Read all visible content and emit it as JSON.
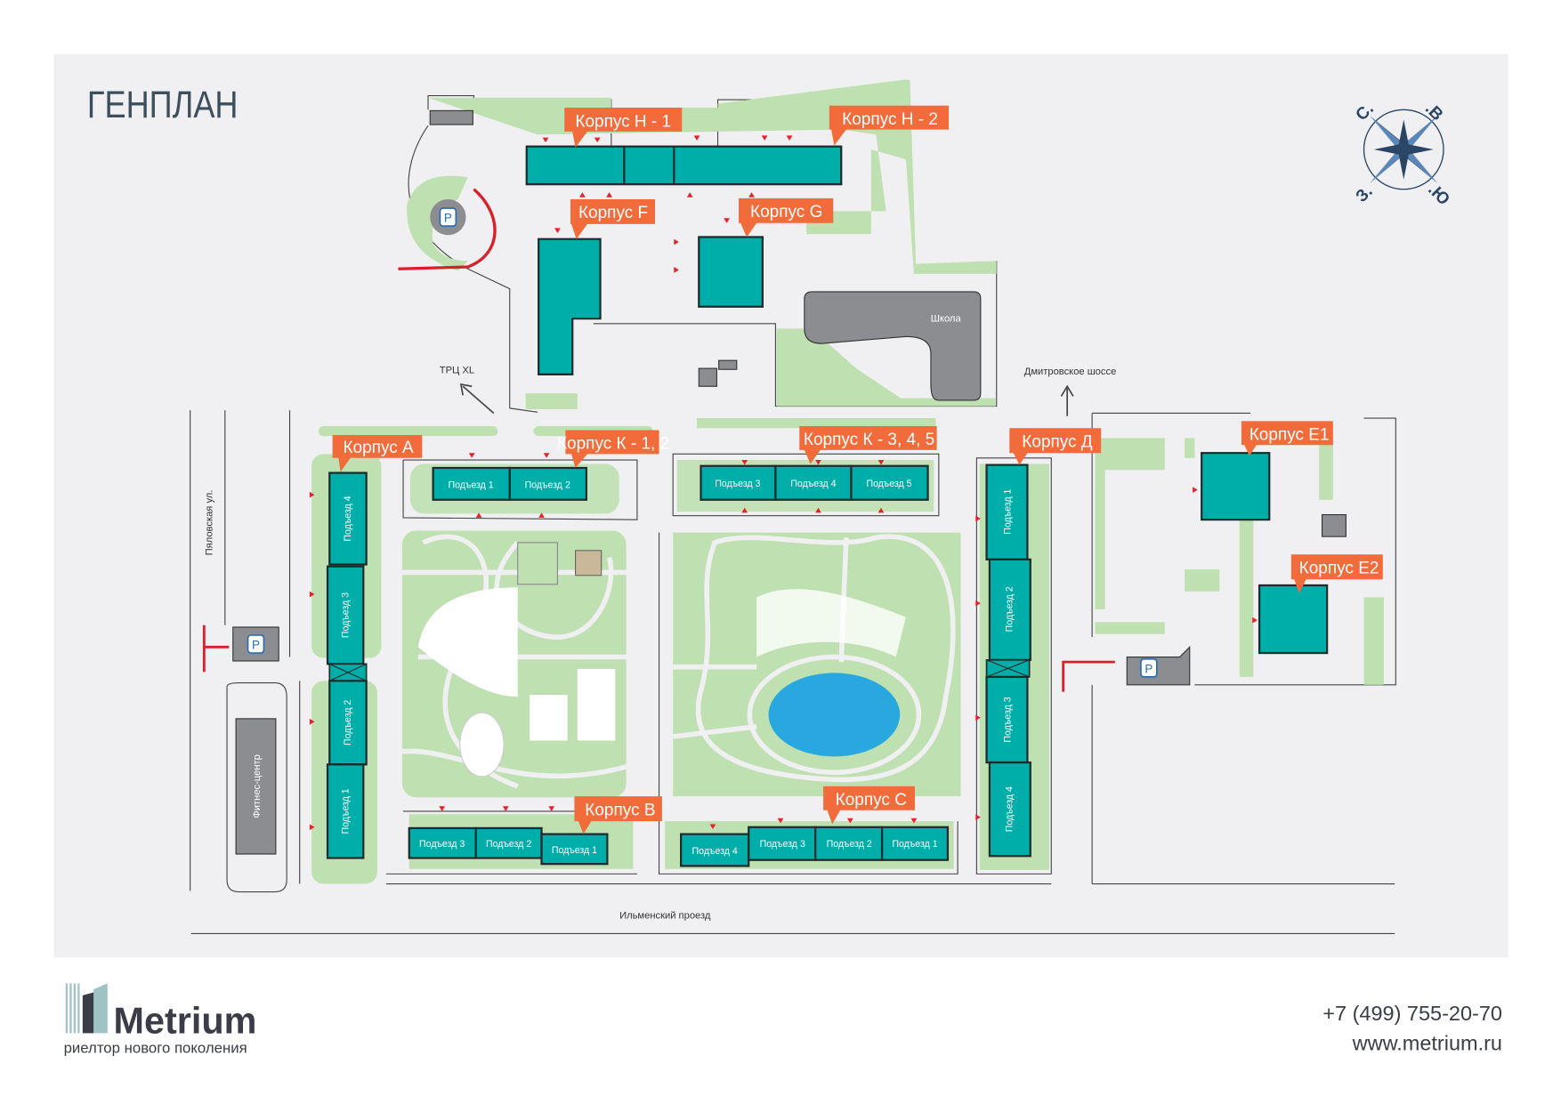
{
  "title": "ГЕНПЛАН",
  "colors": {
    "building": "#00aea9",
    "label": "#f26b3a",
    "green": "#bfe0b0",
    "pond": "#29a8e0",
    "background": "#f0f0f2",
    "school": "#8c8d90",
    "compass": "#2b4566"
  },
  "compass": {
    "north": "С.",
    "east": ".В",
    "west": "З.",
    "south": ".Ю"
  },
  "buildings": {
    "h1": {
      "label": "Корпус Н - 1"
    },
    "h2": {
      "label": "Корпус Н - 2"
    },
    "f": {
      "label": "Корпус F"
    },
    "g": {
      "label": "Корпус G"
    },
    "a": {
      "label": "Корпус А",
      "sections": [
        "Подъезд 4",
        "Подъезд 3",
        "Подъезд 2",
        "Подъезд 1"
      ]
    },
    "k12": {
      "label": "Корпус К - 1, 2",
      "sections": [
        "Подъезд 1",
        "Подъезд 2"
      ]
    },
    "k345": {
      "label": "Корпус К - 3, 4, 5",
      "sections": [
        "Подъезд 3",
        "Подъезд 4",
        "Подъезд 5"
      ]
    },
    "d": {
      "label": "Корпус Д",
      "sections": [
        "Подъезд 1",
        "Подъезд 2",
        "Подъезд 3",
        "Подъезд 4"
      ]
    },
    "e1": {
      "label": "Корпус Е1"
    },
    "e2": {
      "label": "Корпус Е2"
    },
    "b": {
      "label": "Корпус В",
      "sections": [
        "Подъезд 3",
        "Подъезд 2",
        "Подъезд 1"
      ]
    },
    "c": {
      "label": "Корпус С",
      "sections": [
        "Подъезд 4",
        "Подъезд 3",
        "Подъезд 2",
        "Подъезд 1"
      ]
    }
  },
  "places": {
    "school": "Школа",
    "fitness": "Фитнес-центр",
    "mall": "ТРЦ XL",
    "parking": "P"
  },
  "streets": {
    "pyalovskaya": "Пяловская ул.",
    "ilmensky": "Ильменский проезд",
    "dmitrovskoe": "Дмитровское шоссе"
  },
  "footer": {
    "brand": "Metrium",
    "tagline": "риелтор нового поколения",
    "phone": "+7 (499) 755-20-70",
    "website": "www.metrium.ru"
  }
}
